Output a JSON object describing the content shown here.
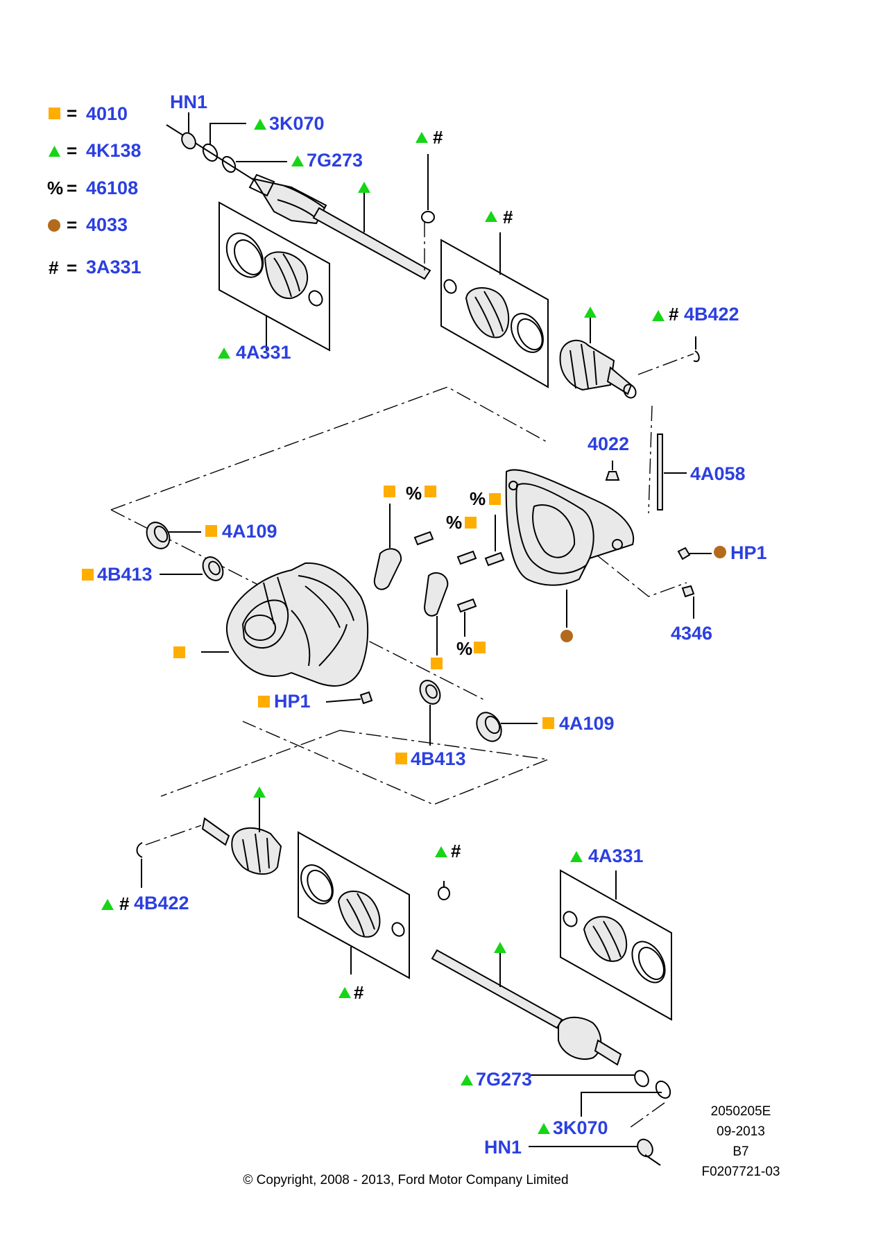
{
  "legend": [
    {
      "symbol": "square",
      "eq": "=",
      "code": "4010"
    },
    {
      "symbol": "triangle",
      "eq": "=",
      "code": "4K138"
    },
    {
      "symbol": "%",
      "eq": "=",
      "code": "46108"
    },
    {
      "symbol": "circle",
      "eq": "=",
      "code": "4033"
    },
    {
      "symbol": "#",
      "eq": "=",
      "code": "3A331"
    }
  ],
  "symbols": {
    "percent": "%",
    "hash": "#"
  },
  "labels": {
    "hn1_top": "HN1",
    "k3070_top": "3K070",
    "g7273_top": "7G273",
    "a4331_top": "4A331",
    "b4422_top": "4B422",
    "c4022": "4022",
    "a4058": "4A058",
    "a4109_left": "4A109",
    "b4413_left": "4B413",
    "hp1_right": "HP1",
    "c4346": "4346",
    "hp1_bottom": "HP1",
    "b4413_bottom": "4B413",
    "a4109_bottom": "4A109",
    "b4422_bottom": "4B422",
    "a4331_bottom": "4A331",
    "g7273_bottom": "7G273",
    "k3070_bottom": "3K070",
    "hn1_bottom": "HN1"
  },
  "meta": {
    "code": "2050205E",
    "date": "09-2013",
    "rev": "B7",
    "figure": "F0207721-03"
  },
  "copyright": "© Copyright, 2008 - 2013, Ford Motor Company Limited",
  "colors": {
    "label_blue": "#2b3fe0",
    "square_orange": "#ffad00",
    "triangle_green": "#16d516",
    "circle_brown": "#b46a1c"
  }
}
